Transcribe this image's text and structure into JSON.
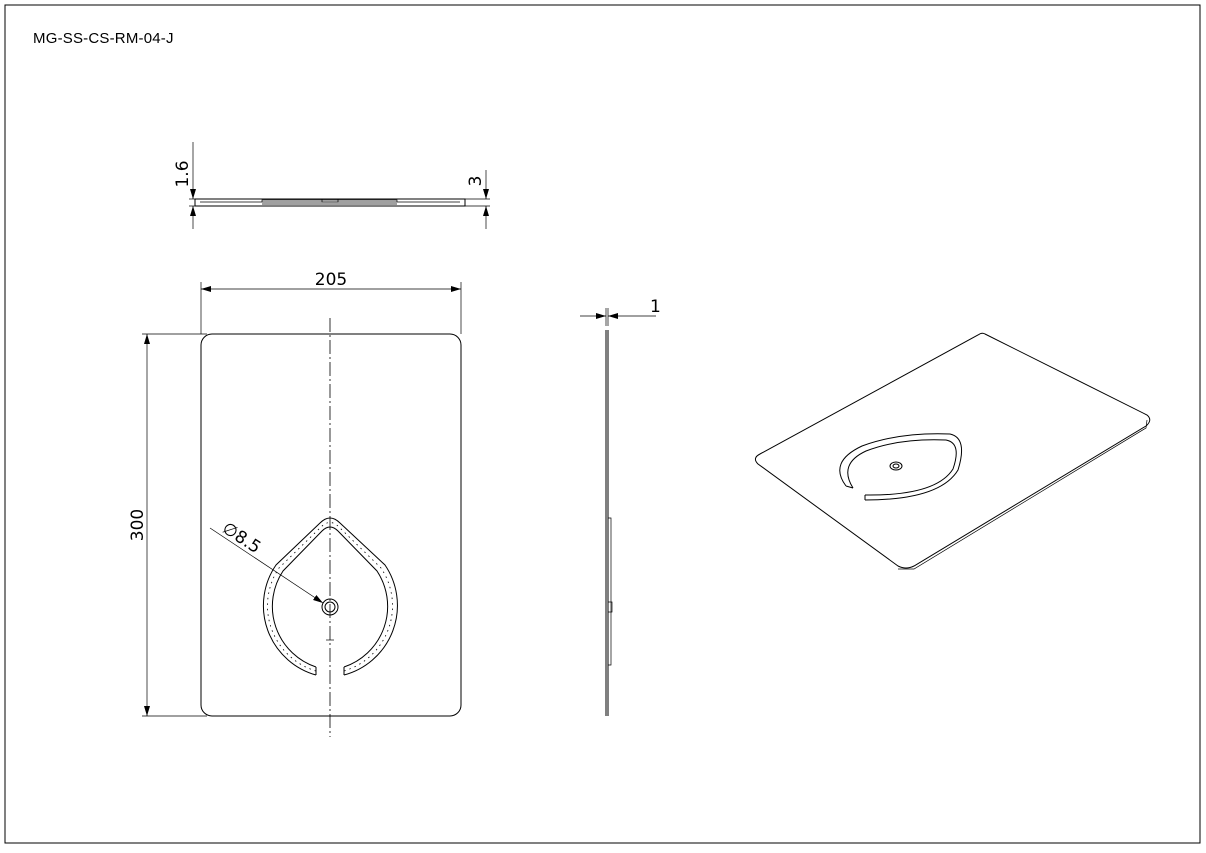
{
  "drawing": {
    "part_code": "MG-SS-CS-RM-04-J",
    "dimensions": {
      "thickness_side": "1.6",
      "total_height_side": "3",
      "width": "205",
      "height": "300",
      "hole_dia": "∅8.5",
      "thickness_right": "1"
    }
  }
}
